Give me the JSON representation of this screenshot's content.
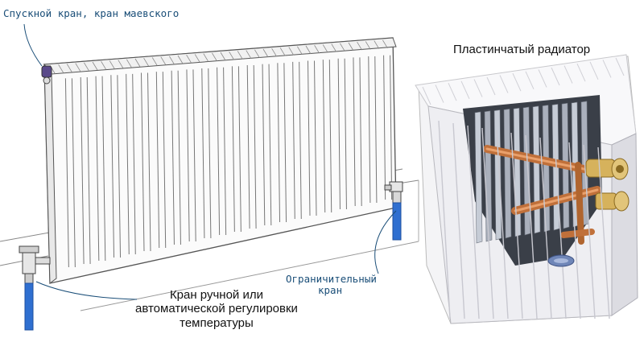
{
  "labels": {
    "drain_valve": "Спускной кран, кран маевского",
    "plate_radiator": "Пластинчатый радиатор",
    "limit_valve": [
      "Ограничительный",
      "кран"
    ],
    "regulator_valve": [
      "Кран ручной или",
      "автоматической регулировки",
      "температуры"
    ]
  },
  "colors": {
    "label_blue": "#1a4e78",
    "pipe_blue": "#2f6fd0",
    "radiator_body": "#f4f4f6",
    "copper": "#c0703a",
    "brass": "#d6b25c"
  },
  "icons": [
    "panel-radiator-drawing",
    "plate-radiator-cutaway",
    "valve-icon",
    "pipe-icon"
  ]
}
